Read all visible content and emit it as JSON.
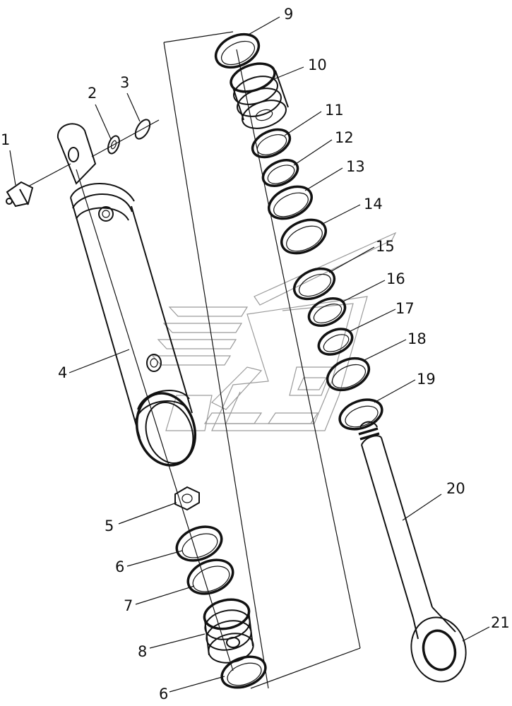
{
  "diagram": {
    "callouts": [
      {
        "id": "c1",
        "text": "1"
      },
      {
        "id": "c2",
        "text": "2"
      },
      {
        "id": "c3",
        "text": "3"
      },
      {
        "id": "c4",
        "text": "4"
      },
      {
        "id": "c5",
        "text": "5"
      },
      {
        "id": "c6a",
        "text": "6"
      },
      {
        "id": "c7",
        "text": "7"
      },
      {
        "id": "c8",
        "text": "8"
      },
      {
        "id": "c6b",
        "text": "6"
      },
      {
        "id": "c9",
        "text": "9"
      },
      {
        "id": "c10",
        "text": "10"
      },
      {
        "id": "c11",
        "text": "11"
      },
      {
        "id": "c12",
        "text": "12"
      },
      {
        "id": "c13",
        "text": "13"
      },
      {
        "id": "c14",
        "text": "14"
      },
      {
        "id": "c15",
        "text": "15"
      },
      {
        "id": "c16",
        "text": "16"
      },
      {
        "id": "c17",
        "text": "17"
      },
      {
        "id": "c18",
        "text": "18"
      },
      {
        "id": "c19",
        "text": "19"
      },
      {
        "id": "c20",
        "text": "20"
      },
      {
        "id": "c21",
        "text": "21"
      }
    ]
  }
}
